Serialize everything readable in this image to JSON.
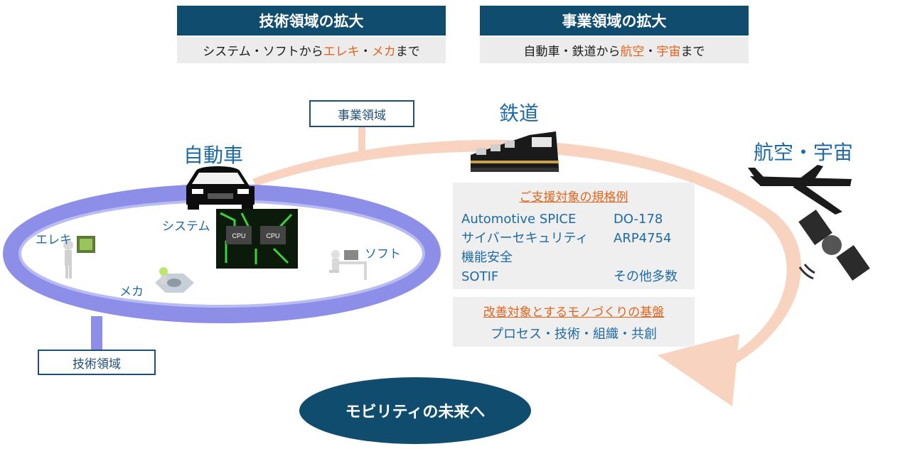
{
  "header_left": {
    "title": "技術領域の拡大",
    "sub_pre": "システム・ソフトから",
    "sub_hl1": "エレキ",
    "sub_sep": "・",
    "sub_hl2": "メカ",
    "sub_post": "まで"
  },
  "header_right": {
    "title": "事業領域の拡大",
    "sub_pre": "自動車・鉄道から",
    "sub_hl1": "航空",
    "sub_sep": "・",
    "sub_hl2": "宇宙",
    "sub_post": "まで"
  },
  "labels": {
    "business_domain": "事業領域",
    "technical_domain": "技術領域",
    "railway": "鉄道",
    "automobile": "自動車",
    "aero_space": "航空・宇宙",
    "system": "システム",
    "electronics": "エレキ",
    "software": "ソフト",
    "mechanical": "メカ",
    "cpu_label": "CPU"
  },
  "standards_panel": {
    "title": "ご支援対象の規格例",
    "items_left": [
      "Automotive SPICE",
      "サイバーセキュリティ",
      "機能安全",
      "SOTIF"
    ],
    "items_right": [
      "DO-178",
      "ARP4754",
      "",
      "その他多数"
    ]
  },
  "foundation_panel": {
    "title": "改善対象とするモノづくりの基盤",
    "body": "プロセス・技術・組織・共創"
  },
  "future": "モビリティの未来へ",
  "colors": {
    "navy": "#0f4c6e",
    "orange_text": "#e5631a",
    "arrow_peach": "#f8d3bf",
    "ring_purple": "#8c8ee8",
    "label_blue": "#1f6aa5"
  }
}
